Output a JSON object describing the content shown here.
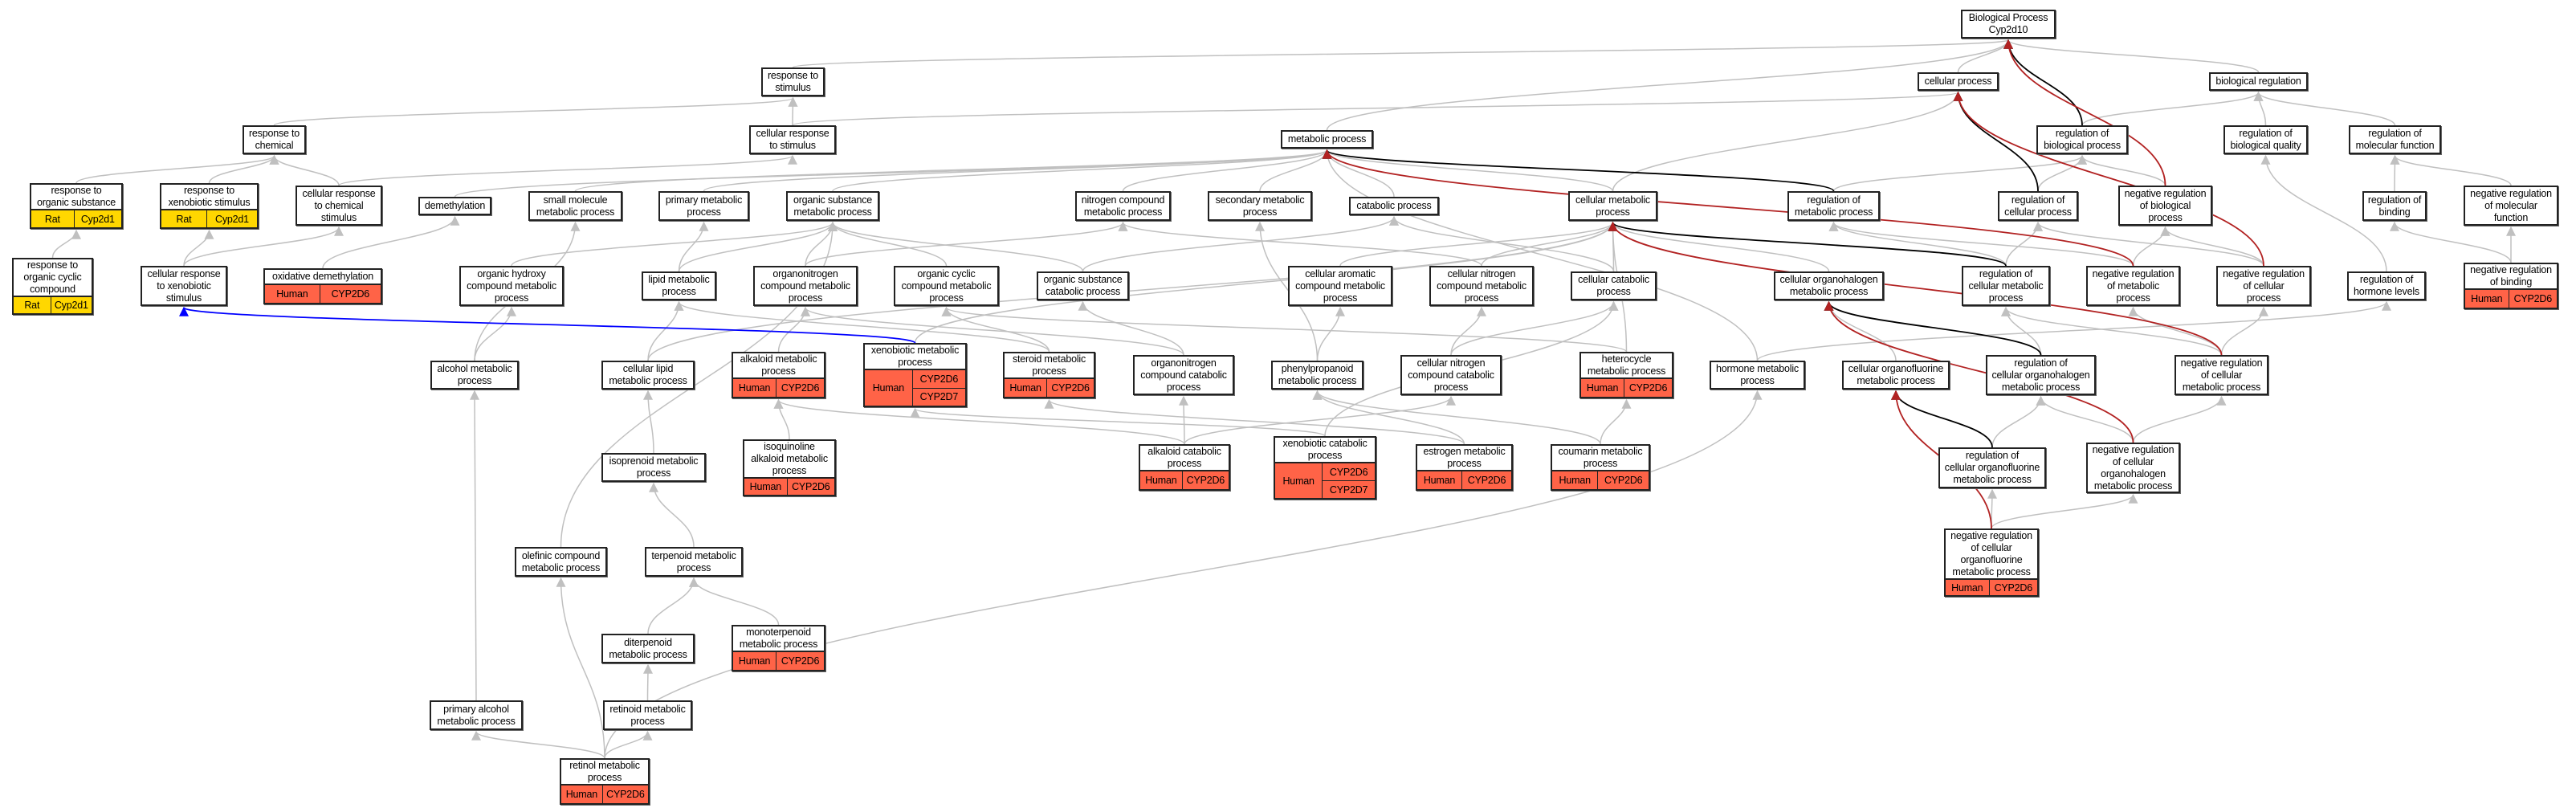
{
  "colors": {
    "edge_default": "#c0c0c0",
    "edge_black": "#000000",
    "edge_red": "#b22222",
    "edge_blue": "#0000ff",
    "human": "#ff6347",
    "rat": "#ffd700"
  },
  "nodes": [
    {
      "id": "bp",
      "label": "Biological Process\nCyp2d10"
    },
    {
      "id": "cp",
      "label": "cellular process"
    },
    {
      "id": "breg",
      "label": "biological regulation"
    },
    {
      "id": "rstim",
      "label": "response to\nstimulus"
    },
    {
      "id": "rchem",
      "label": "response to\nchemical"
    },
    {
      "id": "crstim",
      "label": "cellular response\nto stimulus"
    },
    {
      "id": "mp",
      "label": "metabolic process"
    },
    {
      "id": "rbp",
      "label": "regulation of\nbiological process"
    },
    {
      "id": "rbq",
      "label": "regulation of\nbiological quality"
    },
    {
      "id": "rmf",
      "label": "regulation of\nmolecular function"
    },
    {
      "id": "ros",
      "label": "response to\norganic substance",
      "species": "Rat",
      "genes": [
        "Cyp2d1"
      ]
    },
    {
      "id": "rxs",
      "label": "response to\nxenobiotic stimulus",
      "species": "Rat",
      "genes": [
        "Cyp2d1"
      ]
    },
    {
      "id": "crcs",
      "label": "cellular response\nto chemical\nstimulus"
    },
    {
      "id": "demeth",
      "label": "demethylation"
    },
    {
      "id": "smmp",
      "label": "small molecule\nmetabolic process"
    },
    {
      "id": "pmp",
      "label": "primary metabolic\nprocess"
    },
    {
      "id": "osmp",
      "label": "organic substance\nmetabolic process"
    },
    {
      "id": "ncmp",
      "label": "nitrogen compound\nmetabolic process"
    },
    {
      "id": "secmp",
      "label": "secondary metabolic\nprocess"
    },
    {
      "id": "catp",
      "label": "catabolic process"
    },
    {
      "id": "cmp",
      "label": "cellular metabolic\nprocess"
    },
    {
      "id": "rmp",
      "label": "regulation of\nmetabolic process"
    },
    {
      "id": "rcp",
      "label": "regulation of\ncellular process"
    },
    {
      "id": "nrbp",
      "label": "negative regulation\nof biological\nprocess"
    },
    {
      "id": "rbind",
      "label": "regulation of\nbinding"
    },
    {
      "id": "nrmf",
      "label": "negative regulation\nof molecular\nfunction"
    },
    {
      "id": "rocc",
      "label": "response to\norganic cyclic\ncompound",
      "species": "Rat",
      "genes": [
        "Cyp2d1"
      ]
    },
    {
      "id": "crxs",
      "label": "cellular response\nto xenobiotic\nstimulus"
    },
    {
      "id": "oxdem",
      "label": "oxidative demethylation",
      "species": "Human",
      "genes": [
        "CYP2D6"
      ]
    },
    {
      "id": "ohcmp",
      "label": "organic hydroxy\ncompound metabolic\nprocess"
    },
    {
      "id": "lmp",
      "label": "lipid metabolic\nprocess"
    },
    {
      "id": "oncmp",
      "label": "organonitrogen\ncompound metabolic\nprocess"
    },
    {
      "id": "occmp",
      "label": "organic cyclic\ncompound metabolic\nprocess"
    },
    {
      "id": "oscp",
      "label": "organic substance\ncatabolic process"
    },
    {
      "id": "cacmp",
      "label": "cellular aromatic\ncompound metabolic\nprocess"
    },
    {
      "id": "cncmp",
      "label": "cellular nitrogen\ncompound metabolic\nprocess"
    },
    {
      "id": "ccp",
      "label": "cellular catabolic\nprocess"
    },
    {
      "id": "cohmp",
      "label": "cellular organohalogen\nmetabolic process"
    },
    {
      "id": "rcmp",
      "label": "regulation of\ncellular metabolic\nprocess"
    },
    {
      "id": "nrmp",
      "label": "negative regulation\nof metabolic\nprocess"
    },
    {
      "id": "nrcp",
      "label": "negative regulation\nof cellular\nprocess"
    },
    {
      "id": "rhl",
      "label": "regulation of\nhormone levels"
    },
    {
      "id": "nrbind",
      "label": "negative regulation\nof binding",
      "species": "Human",
      "genes": [
        "CYP2D6"
      ]
    },
    {
      "id": "almp",
      "label": "alcohol metabolic\nprocess"
    },
    {
      "id": "clmp",
      "label": "cellular lipid\nmetabolic process"
    },
    {
      "id": "alkmp",
      "label": "alkaloid metabolic\nprocess",
      "species": "Human",
      "genes": [
        "CYP2D6"
      ]
    },
    {
      "id": "xmp",
      "label": "xenobiotic metabolic\nprocess",
      "species": "Human",
      "genes": [
        "CYP2D6",
        "CYP2D7"
      ]
    },
    {
      "id": "stmp",
      "label": "steroid metabolic\nprocess",
      "species": "Human",
      "genes": [
        "CYP2D6"
      ]
    },
    {
      "id": "oncp",
      "label": "organonitrogen\ncompound catabolic\nprocess"
    },
    {
      "id": "ppmp",
      "label": "phenylpropanoid\nmetabolic process"
    },
    {
      "id": "cnccp",
      "label": "cellular nitrogen\ncompound catabolic\nprocess"
    },
    {
      "id": "hetmp",
      "label": "heterocycle\nmetabolic process",
      "species": "Human",
      "genes": [
        "CYP2D6"
      ]
    },
    {
      "id": "hormp",
      "label": "hormone metabolic\nprocess"
    },
    {
      "id": "cofmp",
      "label": "cellular organofluorine\nmetabolic process"
    },
    {
      "id": "rcohmp",
      "label": "regulation of\ncellular organohalogen\nmetabolic process"
    },
    {
      "id": "nrcmp",
      "label": "negative regulation\nof cellular\nmetabolic process"
    },
    {
      "id": "iqamp",
      "label": "isoquinoline\nalkaloid metabolic\nprocess",
      "species": "Human",
      "genes": [
        "CYP2D6"
      ]
    },
    {
      "id": "ipmp",
      "label": "isoprenoid metabolic\nprocess"
    },
    {
      "id": "akcp",
      "label": "alkaloid catabolic\nprocess",
      "species": "Human",
      "genes": [
        "CYP2D6"
      ]
    },
    {
      "id": "xcp",
      "label": "xenobiotic catabolic\nprocess",
      "species": "Human",
      "genes": [
        "CYP2D6",
        "CYP2D7"
      ]
    },
    {
      "id": "estmp",
      "label": "estrogen metabolic\nprocess",
      "species": "Human",
      "genes": [
        "CYP2D6"
      ]
    },
    {
      "id": "coump",
      "label": "coumarin metabolic\nprocess",
      "species": "Human",
      "genes": [
        "CYP2D6"
      ]
    },
    {
      "id": "rcofmp",
      "label": "regulation of\ncellular organofluorine\nmetabolic process"
    },
    {
      "id": "nrcohmp",
      "label": "negative regulation\nof cellular\norganohalogen\nmetabolic process"
    },
    {
      "id": "olmp",
      "label": "olefinic compound\nmetabolic process"
    },
    {
      "id": "tpmp",
      "label": "terpenoid metabolic\nprocess"
    },
    {
      "id": "nrcofmp",
      "label": "negative regulation\nof cellular\norganofluorine\nmetabolic process",
      "species": "Human",
      "genes": [
        "CYP2D6"
      ]
    },
    {
      "id": "dtmp",
      "label": "diterpenoid\nmetabolic process"
    },
    {
      "id": "mtmp",
      "label": "monoterpenoid\nmetabolic process",
      "species": "Human",
      "genes": [
        "CYP2D6"
      ]
    },
    {
      "id": "pamp",
      "label": "primary alcohol\nmetabolic process"
    },
    {
      "id": "rtmp",
      "label": "retinoid metabolic\nprocess"
    },
    {
      "id": "rolmp",
      "label": "retinol metabolic\nprocess",
      "species": "Human",
      "genes": [
        "CYP2D6"
      ]
    }
  ],
  "edges": [
    [
      "rstim",
      "bp",
      "g"
    ],
    [
      "crstim",
      "rstim",
      "g"
    ],
    [
      "crstim",
      "cp",
      "g"
    ],
    [
      "rchem",
      "rstim",
      "g"
    ],
    [
      "ros",
      "rchem",
      "g"
    ],
    [
      "rxs",
      "rchem",
      "g"
    ],
    [
      "crcs",
      "rchem",
      "g"
    ],
    [
      "crcs",
      "crstim",
      "g"
    ],
    [
      "rocc",
      "ros",
      "g"
    ],
    [
      "crxs",
      "rxs",
      "g"
    ],
    [
      "crxs",
      "crcs",
      "g"
    ],
    [
      "xmp",
      "crxs",
      "u"
    ],
    [
      "xmp",
      "cmp",
      "g"
    ],
    [
      "mp",
      "bp",
      "g"
    ],
    [
      "cp",
      "bp",
      "g"
    ],
    [
      "breg",
      "bp",
      "g"
    ],
    [
      "rbp",
      "bp",
      "k"
    ],
    [
      "rbp",
      "breg",
      "g"
    ],
    [
      "nrbp",
      "bp",
      "r"
    ],
    [
      "nrbp",
      "rbp",
      "g"
    ],
    [
      "rcp",
      "cp",
      "k"
    ],
    [
      "rcp",
      "rbp",
      "g"
    ],
    [
      "rmp",
      "mp",
      "k"
    ],
    [
      "rmp",
      "rbp",
      "g"
    ],
    [
      "cmp",
      "mp",
      "g"
    ],
    [
      "cmp",
      "cp",
      "g"
    ],
    [
      "demeth",
      "mp",
      "g"
    ],
    [
      "smmp",
      "mp",
      "g"
    ],
    [
      "pmp",
      "mp",
      "g"
    ],
    [
      "osmp",
      "mp",
      "g"
    ],
    [
      "ncmp",
      "mp",
      "g"
    ],
    [
      "secmp",
      "mp",
      "g"
    ],
    [
      "catp",
      "mp",
      "g"
    ],
    [
      "oxdem",
      "demeth",
      "g"
    ],
    [
      "ohcmp",
      "osmp",
      "g"
    ],
    [
      "lmp",
      "pmp",
      "g"
    ],
    [
      "lmp",
      "osmp",
      "g"
    ],
    [
      "oncmp",
      "osmp",
      "g"
    ],
    [
      "oncmp",
      "ncmp",
      "g"
    ],
    [
      "occmp",
      "osmp",
      "g"
    ],
    [
      "oscp",
      "osmp",
      "g"
    ],
    [
      "oscp",
      "catp",
      "g"
    ],
    [
      "cacmp",
      "cmp",
      "g"
    ],
    [
      "cncmp",
      "cmp",
      "g"
    ],
    [
      "cncmp",
      "ncmp",
      "g"
    ],
    [
      "ccp",
      "cmp",
      "g"
    ],
    [
      "ccp",
      "catp",
      "g"
    ],
    [
      "almp",
      "ohcmp",
      "g"
    ],
    [
      "almp",
      "smmp",
      "g"
    ],
    [
      "clmp",
      "lmp",
      "g"
    ],
    [
      "clmp",
      "cmp",
      "g"
    ],
    [
      "alkmp",
      "oncmp",
      "g"
    ],
    [
      "stmp",
      "lmp",
      "g"
    ],
    [
      "stmp",
      "occmp",
      "g"
    ],
    [
      "oncp",
      "oscp",
      "g"
    ],
    [
      "oncp",
      "oncmp",
      "g"
    ],
    [
      "ppmp",
      "secmp",
      "g"
    ],
    [
      "ppmp",
      "cacmp",
      "g"
    ],
    [
      "cnccp",
      "cncmp",
      "g"
    ],
    [
      "cnccp",
      "ccp",
      "g"
    ],
    [
      "hetmp",
      "cmp",
      "g"
    ],
    [
      "hetmp",
      "occmp",
      "g"
    ],
    [
      "hormp",
      "mp",
      "g"
    ],
    [
      "hormp",
      "rhl",
      "g"
    ],
    [
      "cohmp",
      "cmp",
      "g"
    ],
    [
      "rcmp",
      "rmp",
      "g"
    ],
    [
      "rcmp",
      "rcp",
      "g"
    ],
    [
      "rcmp",
      "cmp",
      "k"
    ],
    [
      "nrmp",
      "rmp",
      "g"
    ],
    [
      "nrmp",
      "nrbp",
      "g"
    ],
    [
      "nrmp",
      "mp",
      "r"
    ],
    [
      "nrcp",
      "rcp",
      "g"
    ],
    [
      "nrcp",
      "nrbp",
      "g"
    ],
    [
      "nrcp",
      "cp",
      "r"
    ],
    [
      "rbq",
      "breg",
      "g"
    ],
    [
      "rmf",
      "breg",
      "g"
    ],
    [
      "rbind",
      "rmf",
      "g"
    ],
    [
      "nrmf",
      "rmf",
      "g"
    ],
    [
      "nrbind",
      "rbind",
      "g"
    ],
    [
      "nrbind",
      "nrmf",
      "g"
    ],
    [
      "rhl",
      "rbq",
      "g"
    ],
    [
      "cofmp",
      "cohmp",
      "g"
    ],
    [
      "rcohmp",
      "rcmp",
      "g"
    ],
    [
      "rcohmp",
      "cohmp",
      "k"
    ],
    [
      "nrcmp",
      "rcmp",
      "g"
    ],
    [
      "nrcmp",
      "nrmp",
      "g"
    ],
    [
      "nrcmp",
      "nrcp",
      "g"
    ],
    [
      "nrcmp",
      "cmp",
      "r"
    ],
    [
      "rcofmp",
      "rcohmp",
      "g"
    ],
    [
      "rcofmp",
      "cofmp",
      "k"
    ],
    [
      "nrcohmp",
      "rcohmp",
      "g"
    ],
    [
      "nrcohmp",
      "nrcmp",
      "g"
    ],
    [
      "nrcohmp",
      "cohmp",
      "r"
    ],
    [
      "nrcofmp",
      "rcofmp",
      "g"
    ],
    [
      "nrcofmp",
      "nrcohmp",
      "g"
    ],
    [
      "nrcofmp",
      "cofmp",
      "r"
    ],
    [
      "iqamp",
      "alkmp",
      "g"
    ],
    [
      "ipmp",
      "clmp",
      "g"
    ],
    [
      "olmp",
      "osmp",
      "g"
    ],
    [
      "tpmp",
      "ipmp",
      "g"
    ],
    [
      "dtmp",
      "tpmp",
      "g"
    ],
    [
      "mtmp",
      "tpmp",
      "g"
    ],
    [
      "pamp",
      "almp",
      "g"
    ],
    [
      "rtmp",
      "dtmp",
      "g"
    ],
    [
      "rolmp",
      "pamp",
      "g"
    ],
    [
      "rolmp",
      "rtmp",
      "g"
    ],
    [
      "rolmp",
      "olmp",
      "g"
    ],
    [
      "rolmp",
      "hormp",
      "g"
    ],
    [
      "akcp",
      "alkmp",
      "g"
    ],
    [
      "akcp",
      "oncp",
      "g"
    ],
    [
      "akcp",
      "cnccp",
      "g"
    ],
    [
      "xcp",
      "xmp",
      "g"
    ],
    [
      "xcp",
      "ccp",
      "g"
    ],
    [
      "estmp",
      "stmp",
      "g"
    ],
    [
      "estmp",
      "ppmp",
      "g"
    ],
    [
      "coump",
      "hetmp",
      "g"
    ],
    [
      "coump",
      "ppmp",
      "g"
    ]
  ]
}
